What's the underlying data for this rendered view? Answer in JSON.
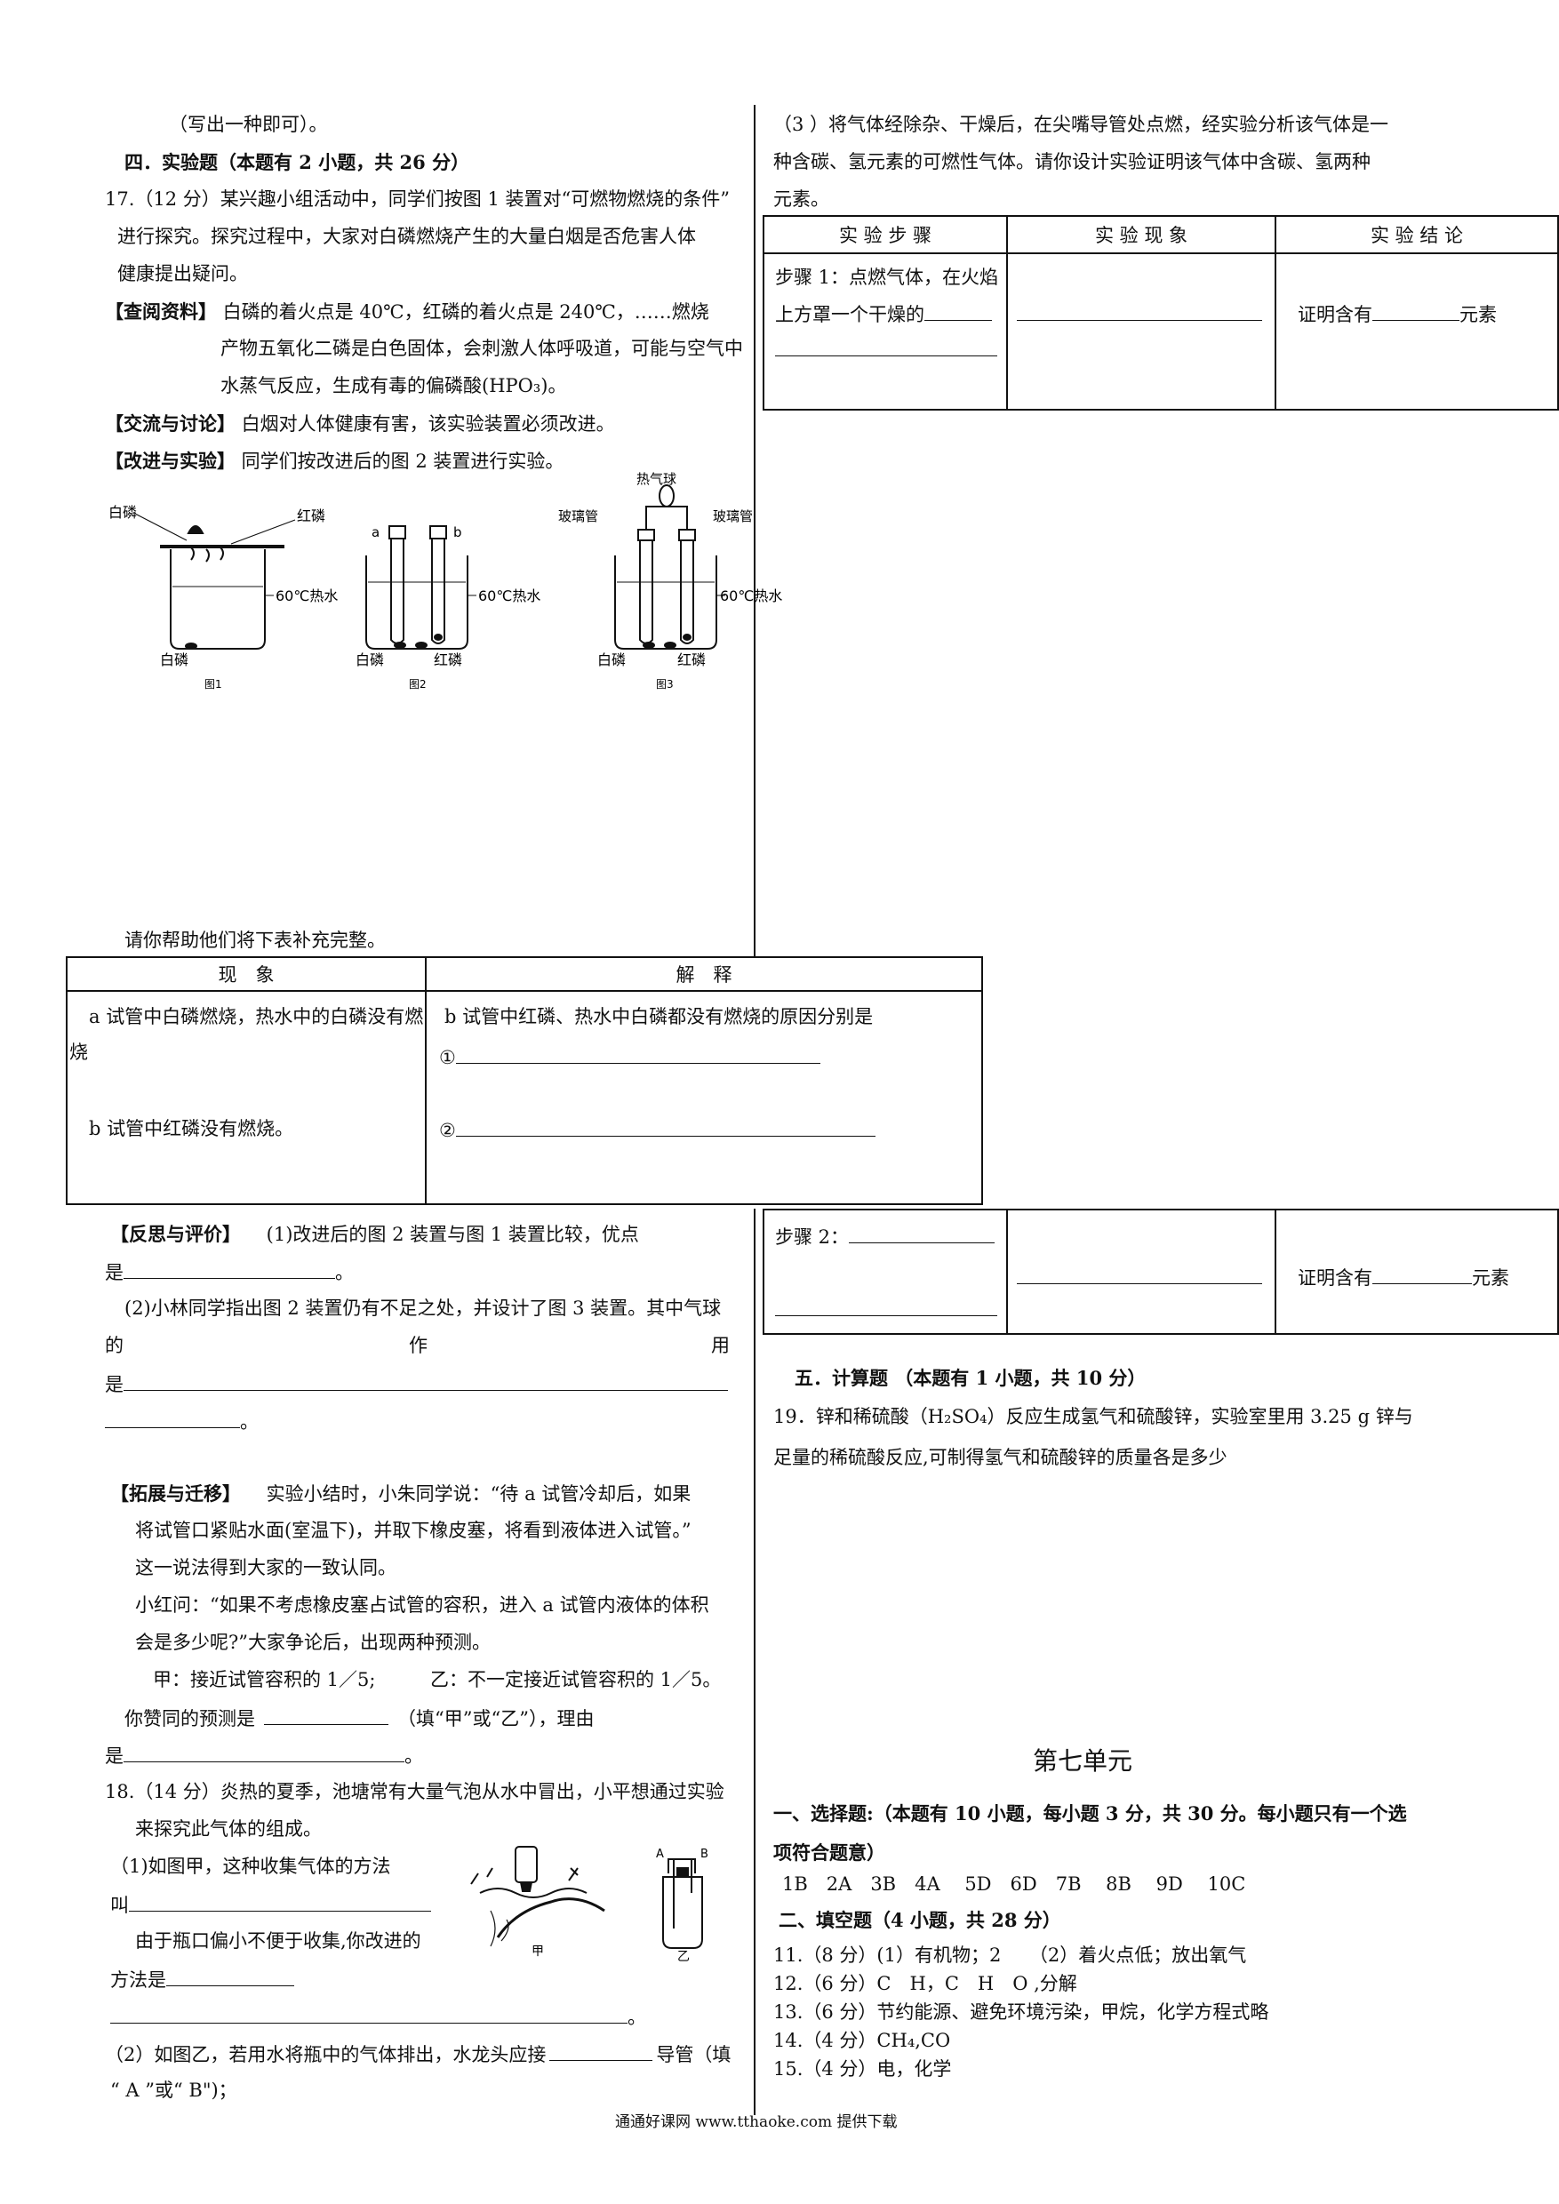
{
  "left_top": {
    "l1": "（写出一种即可）。",
    "sec4": "四．实验题（本题有 2 小题，共 26 分）",
    "q17_1": "17.（12 分）某兴趣小组活动中，同学们按图 1 装置对“可燃物燃烧的条件”",
    "q17_2": "进行探究。探究过程中，大家对白磷燃烧产生的大量白烟是否危害人体",
    "q17_3": "健康提出疑问。",
    "ref_tag": "【查阅资料】",
    "ref_1": " 白磷的着火点是 40℃，红磷的着火点是 240℃，……燃烧",
    "ref_2": "产物五氧化二磷是白色固体，会刺激人体呼吸道，可能与空气中",
    "ref_3": "水蒸气反应，生成有毒的偏磷酸(HPO₃)。",
    "disc_tag": "【交流与讨论】",
    "disc": " 白烟对人体健康有害，该实验装置必须改进。",
    "impr_tag": "【改进与实验】",
    "impr": " 同学们按改进后的图 2 装置进行实验。"
  },
  "figures": {
    "f1_white": "白磷",
    "f1_red": "红磷",
    "f1_water": "60℃热水",
    "f1_bottom": "白磷",
    "f1_cap": "图1",
    "f2_a": "a",
    "f2_b": "b",
    "f2_water": "60℃热水",
    "f2_white": "白磷",
    "f2_red": "红磷",
    "f2_cap": "图2",
    "f3_balloon": "热气球",
    "f3_tube_l": "玻璃管",
    "f3_tube_r": "玻璃管",
    "f3_water": "60℃热水",
    "f3_white": "白磷",
    "f3_red": "红磷",
    "f3_cap": "图3"
  },
  "table1": {
    "intro": "请你帮助他们将下表补充完整。",
    "h1": "现　象",
    "h2": "解　释",
    "r1a": "a 试管中白磷燃烧，热水中的白磷没有燃",
    "r1b": "烧",
    "r2": "b 试管中红磷没有燃烧。",
    "e1": "b 试管中红磷、热水中白磷都没有燃烧的原因分别是",
    "e2": "①",
    "e3": "②"
  },
  "reflect": {
    "tag": "【反思与评价】",
    "l1": " (1)改进后的图 2 装置与图 1 装置比较，优点",
    "l2": "是",
    "l2end": "。",
    "l3": "(2)小林同学指出图 2 装置仍有不足之处，并设计了图 3 装置。其中气球",
    "l4a": "的",
    "l4b": "作",
    "l4c": "用",
    "l5": "是",
    "l6end": "。"
  },
  "extend": {
    "tag": "【拓展与迁移】",
    "l1": " 实验小结时，小朱同学说：“待 a 试管冷却后，如果",
    "l2": "将试管口紧贴水面(室温下)，并取下橡皮塞，将看到液体进入试管。”",
    "l3": "这一说法得到大家的一致认同。",
    "l4": "小红问：“如果不考虑橡皮塞占试管的容积，进入 a 试管内液体的体积",
    "l5": "会是多少呢?”大家争论后，出现两种预测。",
    "l6": "甲：接近试管容积的 1／5;",
    "l6b": "乙：不一定接近试管容积的 1／5。",
    "l7": "你赞同的预测是",
    "l7b": "（填“甲”或“乙”），理由",
    "l8": "是",
    "l8end": "。"
  },
  "q18": {
    "l1": "18.（14 分）炎热的夏季，池塘常有大量气泡从水中冒出，小平想通过实验",
    "l2": "来探究此气体的组成。",
    "l3": "（1)如图甲，这种收集气体的方法",
    "l4": "叫",
    "l5": "由于瓶口偏小不便于收集,你改进的",
    "l6": "方法是",
    "l7end": "。",
    "l8": "（2）如图乙，若用水将瓶中的气体排出，水龙头应接",
    "l8b": "导管（填",
    "l9": "“ A ”或“ B\")；",
    "fig_jia": "甲",
    "fig_yi": "乙",
    "fig_A": "A",
    "fig_B": "B"
  },
  "right_top": {
    "l1": "（3 ）将气体经除杂、干燥后，在尖嘴导管处点燃，经实验分析该气体是一",
    "l2": "种含碳、氢元素的可燃性气体。请你设计实验证明该气体中含碳、氢两种",
    "l3": "元素。",
    "h1": "实 验 步 骤",
    "h2": "实 验 现 象",
    "h3": "实 验 结 论",
    "s1a": "步骤 1：点燃气体，在火焰",
    "s1b": "上方罩一个干燥的",
    "c1": "证明含有",
    "c1end": "元素",
    "s2": "步骤 2：",
    "c2": "证明含有",
    "c2end": "元素"
  },
  "sec5": {
    "title": "五．计算题 （本题有 1 小题，共 10 分）",
    "q19_1": "19．锌和稀硫酸（H₂SO₄）反应生成氢气和硫酸锌，实验室里用 3.25 g 锌与",
    "q19_2": "足量的稀硫酸反应,可制得氢气和硫酸锌的质量各是多少"
  },
  "unit7": {
    "title": "第七单元",
    "sec1a": "一、选择题:（本题有 10 小题，每小题 3 分，共 30 分。每小题只有一个选",
    "sec1b": "项符合题意）",
    "answers": "1B　2A　3B　4A　 5D　6D　7B　 8B　 9D　 10C",
    "sec2": "二、填空题（4 小题，共 28 分）",
    "a11": "11.（8 分）(1）有机物；2　　（2）着火点低；放出氧气",
    "a12": "12.（6 分）C　H，C　H　O ,分解",
    "a13": "13.（6 分）节约能源、避免环境污染，甲烷，化学方程式略",
    "a14": "14.（4 分）CH₄,CO",
    "a15": "15.（4 分）电，化学"
  },
  "footer": "通通好课网 www.tthaoke.com 提供下载"
}
